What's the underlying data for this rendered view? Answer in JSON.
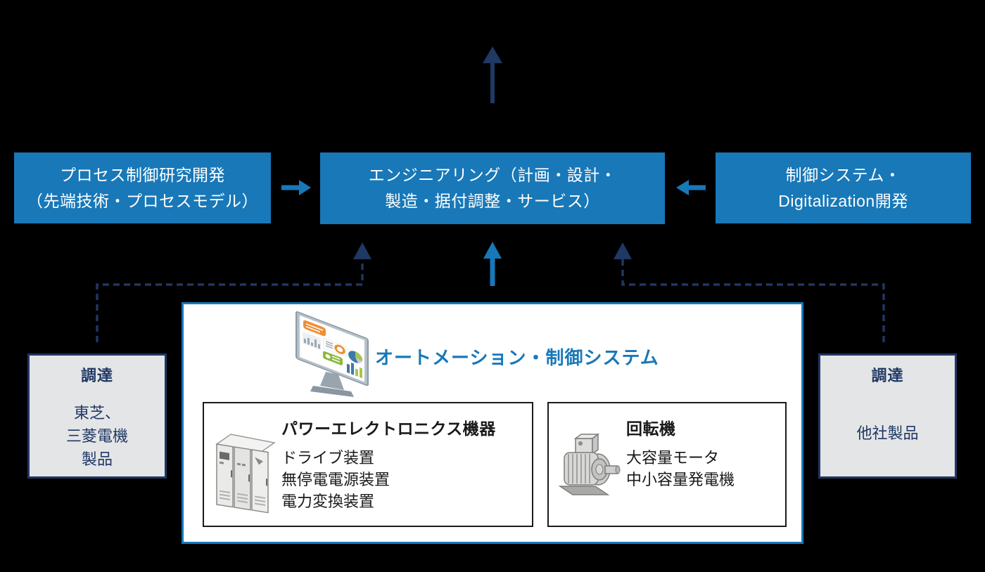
{
  "colors": {
    "primary_blue": "#1878b8",
    "dark_navy": "#1f3864",
    "panel_border_blue": "#1778b9",
    "gray_box_fill": "#e4e5e7",
    "background": "#000000",
    "dashboard_orange": "#ee9035",
    "dashboard_green": "#8db93f",
    "dashboard_mid_blue": "#3f79a8"
  },
  "top_row": {
    "left_box": {
      "lines": [
        "プロセス制御研究開発",
        "（先端技術・プロセスモデル）"
      ]
    },
    "center_box": {
      "lines": [
        "エンジニアリング（計画・設計・",
        "製造・据付調整・サービス）"
      ]
    },
    "right_box": {
      "lines": [
        "制御システム・",
        "Digitalization開発"
      ]
    }
  },
  "automation_panel": {
    "title": "オートメーション・制御システム",
    "power_box": {
      "title": "パワーエレクトロニクス機器",
      "items": [
        "ドライブ装置",
        "無停電電源装置",
        "電力変換装置"
      ]
    },
    "rotating_box": {
      "title": "回転機",
      "items": [
        "大容量モータ",
        "中小容量発電機"
      ]
    }
  },
  "procurement_left": {
    "title": "調達",
    "lines": [
      "東芝、",
      "三菱電機",
      "製品"
    ]
  },
  "procurement_right": {
    "title": "調達",
    "lines": [
      "他社製品"
    ]
  },
  "icons": {
    "monitor": "dashboard-monitor-icon",
    "cabinets": "power-electronics-cabinet-icon",
    "motor": "rotating-machine-motor-icon"
  }
}
